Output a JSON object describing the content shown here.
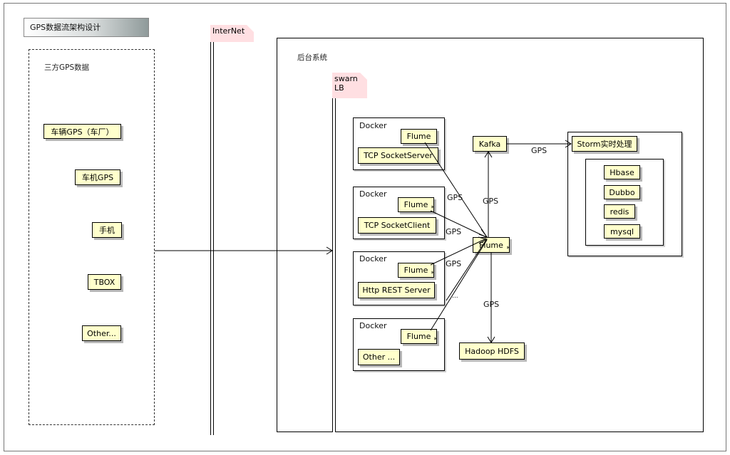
{
  "title": "GPS数据流架构设计",
  "internet_label": "InterNet",
  "backend_label": "后台系统",
  "lb_label_line1": "swarn",
  "lb_label_line2": "LB",
  "sources": {
    "label": "三方GPS数据",
    "items": [
      "车辆GPS（车厂）",
      "车机GPS",
      "手机",
      "TBOX",
      "Other..."
    ]
  },
  "dockers": [
    {
      "label": "Docker",
      "flume": "Flume",
      "service": "TCP SocketServer"
    },
    {
      "label": "Docker",
      "flume": "Flume",
      "service": "TCP SocketClient"
    },
    {
      "label": "Docker",
      "flume": "Flume",
      "service": "Http REST Server"
    },
    {
      "label": "Docker",
      "flume": "Flume",
      "service": "Other ..."
    }
  ],
  "central": {
    "flume": "Flume",
    "kafka": "Kafka",
    "hdfs": "Hadoop HDFS"
  },
  "storm": {
    "label": "Storm实时处理",
    "stores": [
      "Hbase",
      "Dubbo",
      "redis",
      "mysql"
    ]
  },
  "edge_labels": {
    "d1_to_flume": "GPS",
    "d2_to_flume": "GPS",
    "d3_to_flume": "GPS",
    "more": "...",
    "flume_to_kafka": "GPS",
    "kafka_to_storm": "GPS",
    "flume_to_hdfs": "GPS"
  },
  "star_mark": "*",
  "colors": {
    "box_fill": "#ffffcc",
    "note_fill": "#ffdfe2",
    "line": "#000000"
  }
}
